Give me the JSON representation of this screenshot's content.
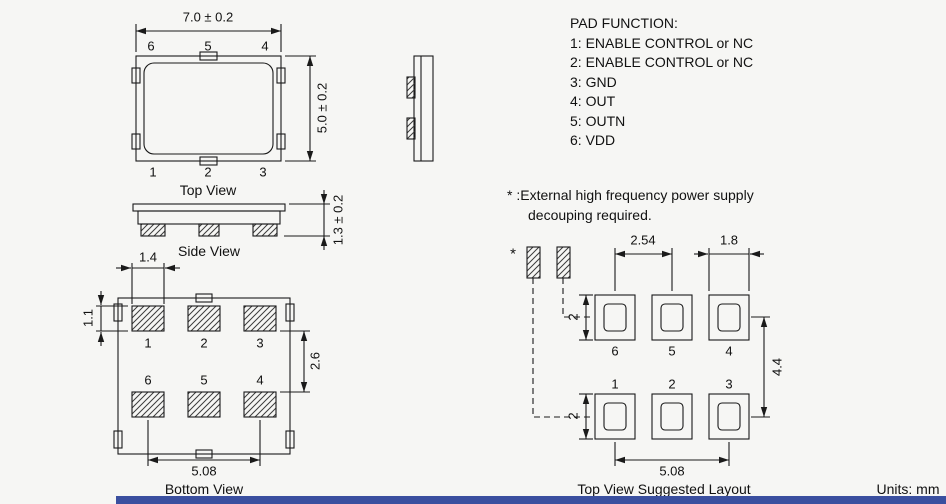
{
  "pad_function": {
    "title": "PAD FUNCTION:",
    "items": [
      "1: ENABLE CONTROL or NC",
      "2: ENABLE CONTROL or NC",
      "3: GND",
      "4: OUT",
      "5: OUTN",
      "6: VDD"
    ]
  },
  "note": {
    "line1": "* :External high frequency power supply",
    "line2": "decouping required."
  },
  "footer": {
    "units": "Units: mm"
  },
  "top_view": {
    "label": "Top View",
    "dim_width": "7.0 ± 0.2",
    "dim_height": "5.0 ± 0.2",
    "pads_top": [
      "6",
      "5",
      "4"
    ],
    "pads_bottom": [
      "1",
      "2",
      "3"
    ]
  },
  "side_view": {
    "label": "Side View",
    "dim_height": "1.3 ± 0.2"
  },
  "bottom_view": {
    "label": "Bottom View",
    "dim_pad_width": "1.4",
    "dim_pad_height": "1.1",
    "dim_row_gap": "2.6",
    "dim_span": "5.08",
    "pads_row1": [
      "1",
      "2",
      "3"
    ],
    "pads_row2": [
      "6",
      "5",
      "4"
    ]
  },
  "layout_view": {
    "label": "Top View Suggested Layout",
    "asterisk": "*",
    "dim_pitch": "2.54",
    "dim_pad_width": "1.8",
    "dim_pad_height_top": "2",
    "dim_pad_height_bottom": "2",
    "dim_row_span": "4.4",
    "dim_span": "5.08",
    "pads_row1": [
      "6",
      "5",
      "4"
    ],
    "pads_row2": [
      "1",
      "2",
      "3"
    ]
  },
  "colors": {
    "line": "#1a1a1a",
    "background": "#f6f6f4",
    "footer_bar": "#3a4f9f"
  }
}
